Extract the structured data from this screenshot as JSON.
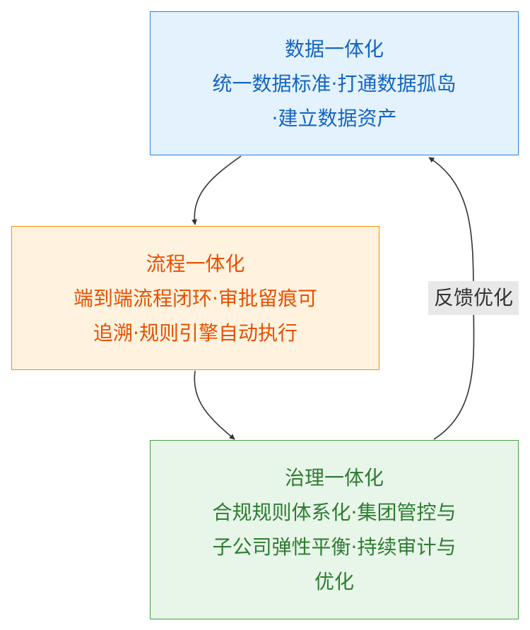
{
  "nodes": {
    "data": {
      "lines": [
        "数据一体化",
        "统一数据标准·打通数据孤岛",
        "·建立数据资产"
      ]
    },
    "process": {
      "lines": [
        "流程一体化",
        "端到端流程闭环·审批留痕可",
        "追溯·规则引擎自动执行"
      ]
    },
    "governance": {
      "lines": [
        "治理一体化",
        "合规规则体系化·集团管控与",
        "子公司弹性平衡·持续审计与",
        "优化"
      ]
    }
  },
  "edges": {
    "feedback_label": "反馈优化"
  },
  "colors": {
    "data_fill": "#e3f2fd",
    "data_border": "#1e88e5",
    "process_fill": "#fff3e0",
    "process_border": "#fb8c00",
    "governance_fill": "#e8f5e9",
    "governance_border": "#43a047",
    "edge": "#333333"
  }
}
